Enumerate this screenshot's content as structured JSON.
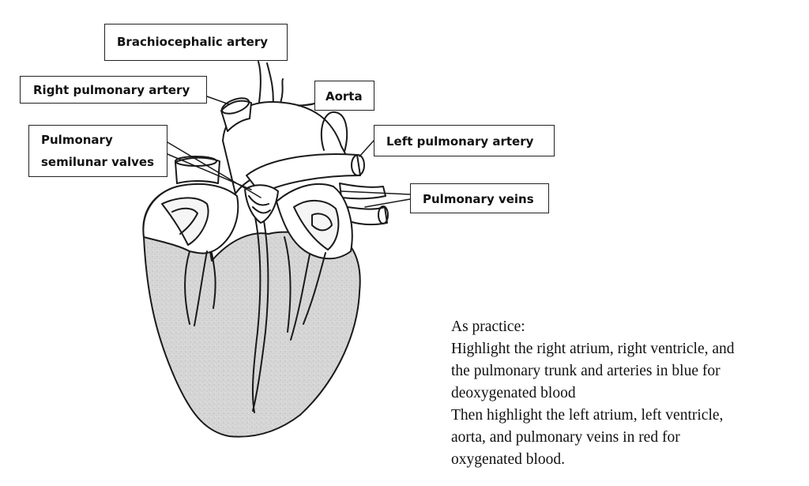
{
  "labels": {
    "brachiocephalic_artery": "Brachiocephalic artery",
    "right_pulmonary_artery": "Right pulmonary artery",
    "aorta": "Aorta",
    "pulmonary_semilunar_valves_line1": "Pulmonary",
    "pulmonary_semilunar_valves_line2": "semilunar valves",
    "left_pulmonary_artery": "Left pulmonary artery",
    "pulmonary_veins": "Pulmonary veins"
  },
  "instructions": {
    "lines": [
      "As practice:",
      "Highlight the right atrium, right ventricle, and",
      "the pulmonary trunk and arteries in blue for",
      "deoxygenated blood",
      "Then highlight the left atrium, left ventricle,",
      "aorta, and pulmonary veins in red for",
      "oxygenated blood."
    ]
  },
  "colors": {
    "outline": "#1a1a1a",
    "ventricle_fill": "#d4d4d4",
    "vessel_fill": "#ffffff"
  }
}
